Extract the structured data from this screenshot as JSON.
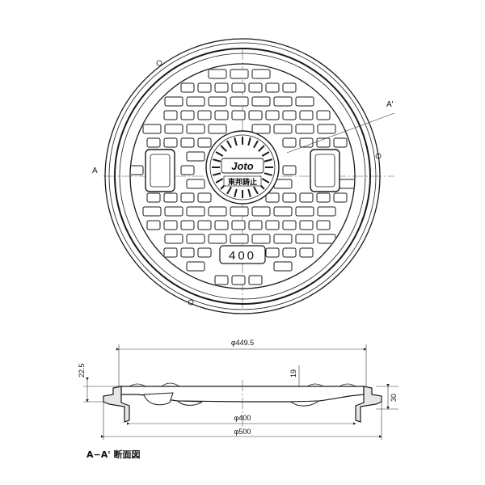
{
  "plan": {
    "label_a": "A",
    "label_a_prime": "A'",
    "logo": "Joto",
    "maker": "東邦鋳止",
    "size": "400"
  },
  "section": {
    "dim_top": "φ449.5",
    "dim_height_left": "22.5",
    "dim_rib": "19",
    "dim_height_right": "30",
    "dim_inner": "φ400",
    "dim_outer": "φ500",
    "caption": "A−A' 断面図"
  }
}
